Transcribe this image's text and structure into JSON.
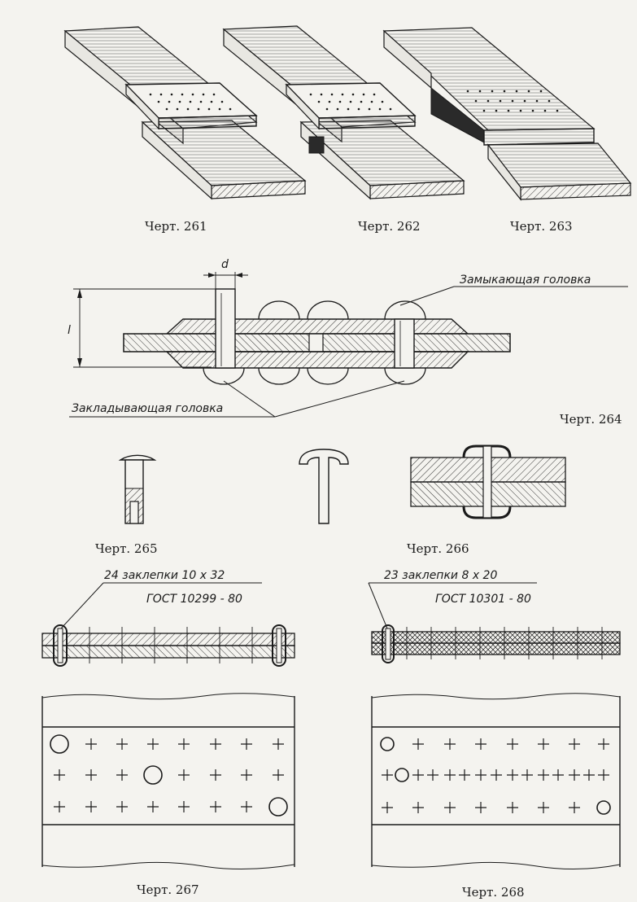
{
  "figures": {
    "f261": {
      "caption": "Черт. 261"
    },
    "f262": {
      "caption": "Черт. 262"
    },
    "f263": {
      "caption": "Черт. 263"
    },
    "f264": {
      "caption": "Черт. 264",
      "label_closing_head": "Замыкающая головка",
      "label_setting_head": "Закладывающая головка",
      "dim_d": "d",
      "dim_l": "l"
    },
    "f265": {
      "caption": "Черт. 265"
    },
    "f266": {
      "caption": "Черт. 266"
    },
    "f267": {
      "caption": "Черт. 267",
      "spec_line1": "24 заклепки   10 x 32",
      "spec_line2": "ГОСТ  10299 - 80"
    },
    "f268": {
      "caption": "Черт. 268",
      "spec_line1": "23 заклепки   8 x 20",
      "spec_line2": "ГОСТ  10301 - 80"
    }
  }
}
